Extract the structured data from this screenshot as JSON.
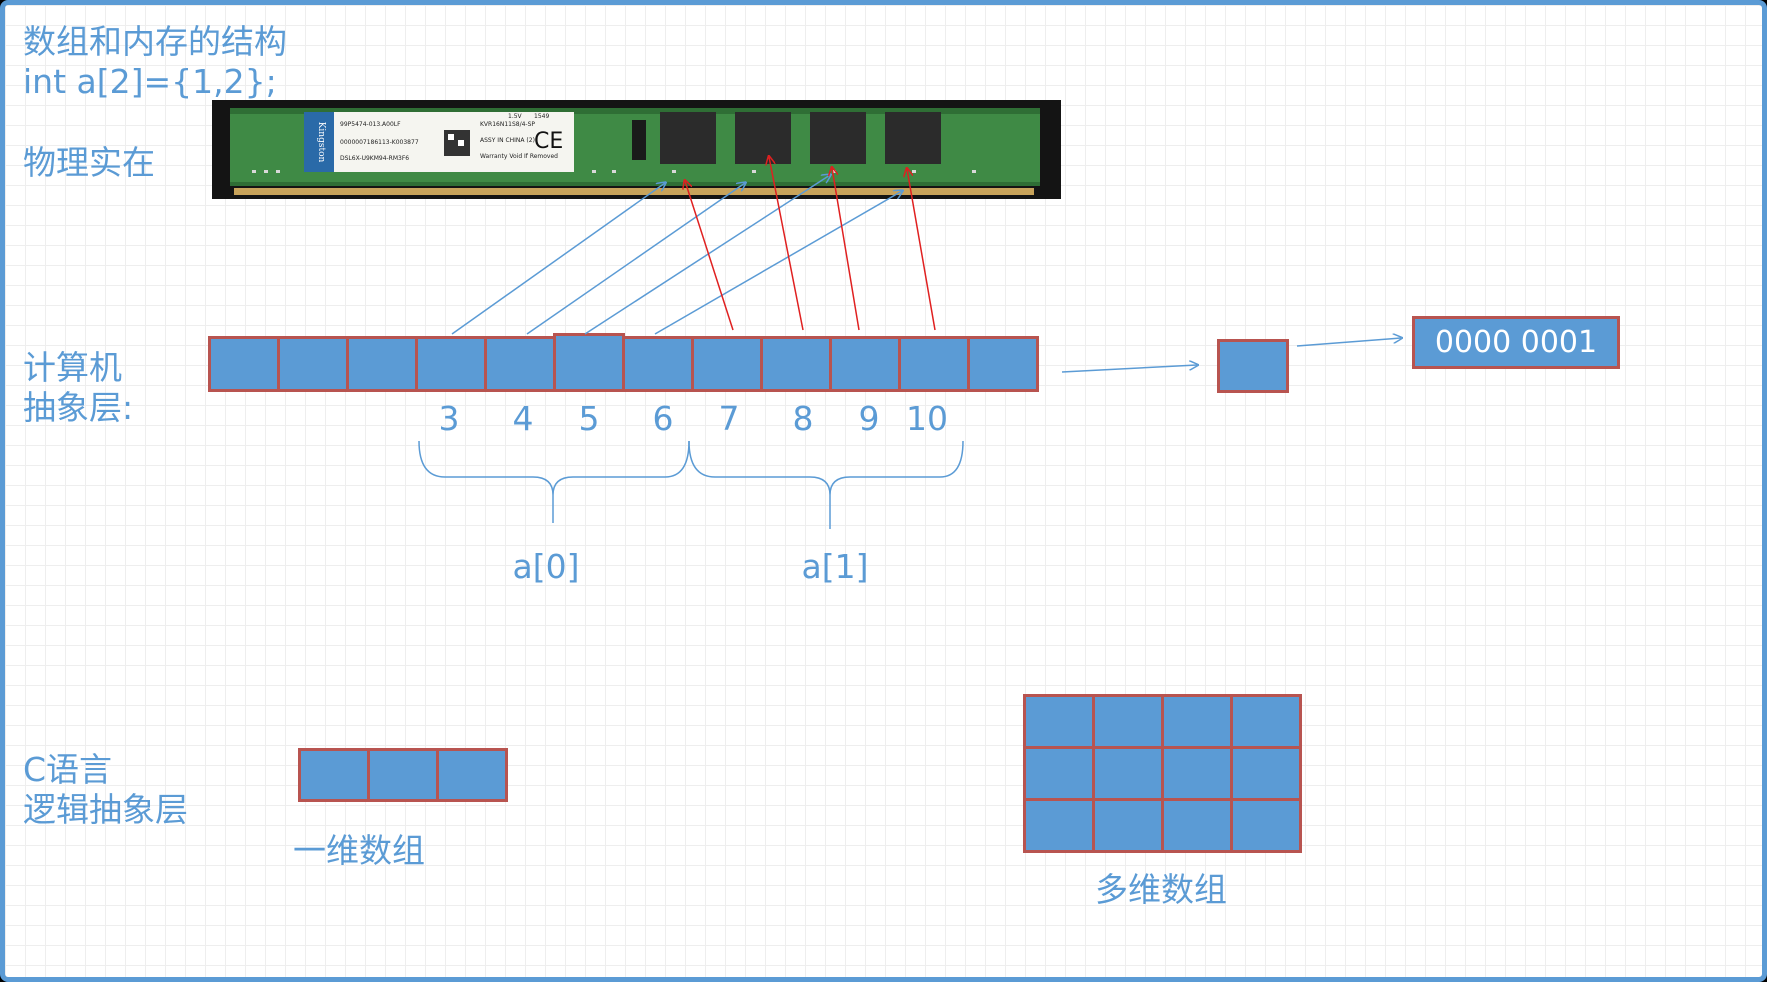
{
  "title": "数组和内存的结构",
  "code": "int a[2]={1,2};",
  "layers": {
    "physical": "物理实在",
    "computer": "计算机\n抽象层:",
    "c_logic": "C语言\n逻辑抽象层"
  },
  "ram_module": {
    "brand": "Kingston",
    "sticker_lines": [
      "99P5474-013.A00LF",
      "0000007186113-K003877",
      "DSL6X-U9KM94-RM3F6",
      "KVR16N11S8/4-SP",
      "ASSY IN CHINA (2)",
      "Warranty Void If Removed",
      "1.5V",
      "1549"
    ],
    "chip_count": 4
  },
  "memory_cells": {
    "count": 12,
    "highlighted_index": 5
  },
  "cell_addresses": [
    "3",
    "4",
    "5",
    "6",
    "7",
    "8",
    "9",
    "10"
  ],
  "array_elements": [
    "a[0]",
    "a[1]"
  ],
  "binary_value": "0000 0001",
  "one_dim_label": "一维数组",
  "multi_dim_label": "多维数组",
  "one_dim": {
    "cols": 3,
    "rows": 1
  },
  "multi_dim": {
    "cols": 4,
    "rows": 3
  },
  "colors": {
    "accent": "#5b9bd5",
    "cell_border": "#b85450",
    "red_arrow": "#e02020",
    "pcb": "#3f8a45"
  }
}
